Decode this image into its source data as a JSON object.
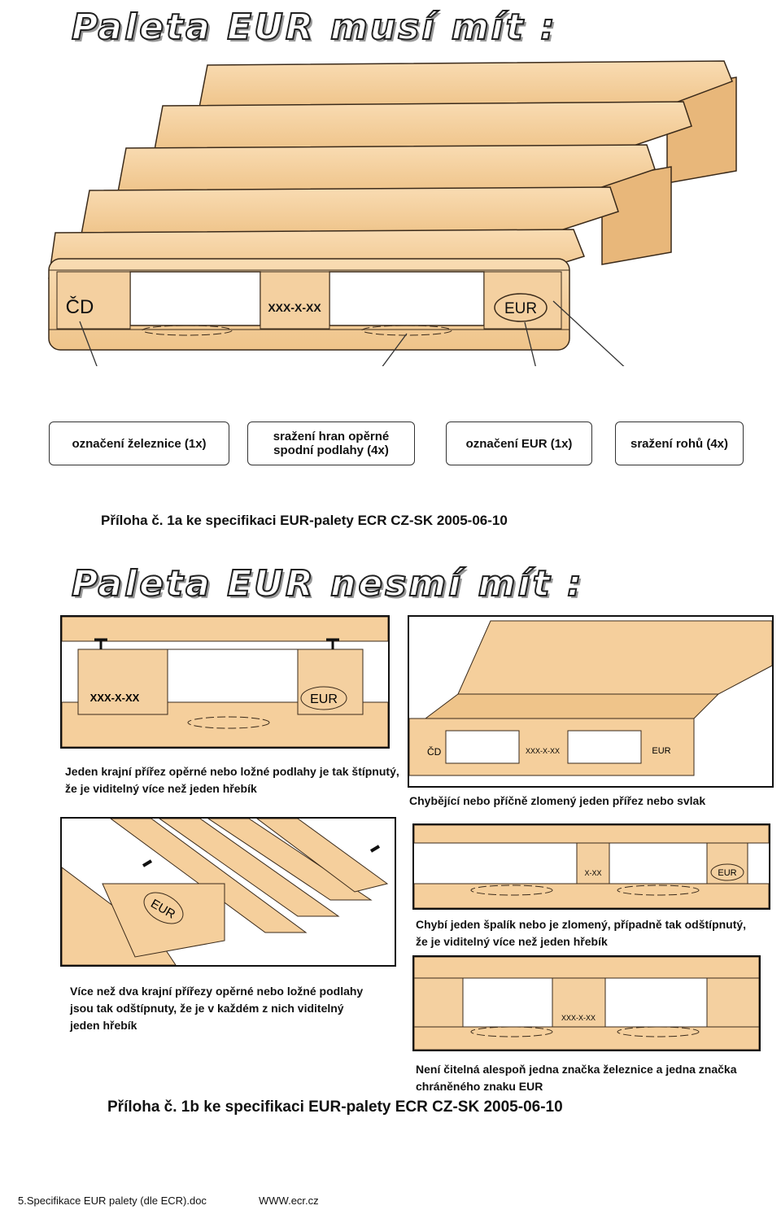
{
  "top": {
    "title": "Paleta EUR musí mít :",
    "marks": {
      "railway": "ČD",
      "code": "XXX-X-XX",
      "eur": "EUR"
    },
    "callouts": [
      {
        "label": "označení železnice (1x)"
      },
      {
        "line1": "sražení hran opěrné",
        "line2": "spodní podlahy (4x)"
      },
      {
        "label": "označení EUR (1x)"
      },
      {
        "label": "sražení rohů (4x)"
      }
    ],
    "annex": "Příloha č. 1a ke specifikaci EUR-palety ECR CZ-SK 2005-06-10"
  },
  "bottom": {
    "title": "Paleta EUR nesmí mít :",
    "panels": {
      "p1": {
        "code": "XXX-X-XX",
        "eur": "EUR",
        "caption1": "Jeden krajní přířez opěrné nebo ložné podlahy je tak štípnutý,",
        "caption2": "že je viditelný více než jeden hřebík"
      },
      "p2": {
        "cd": "ČD",
        "code": "XXX-X-XX",
        "eur": "EUR",
        "caption": "Chybějící nebo příčně zlomený jeden přířez nebo svlak"
      },
      "p3": {
        "eur": "EUR",
        "caption1": "Více než dva krajní přířezy opěrné nebo ložné podlahy",
        "caption2": "jsou tak odštípnuty, že je v každém z nich viditelný",
        "caption3": "jeden hřebík"
      },
      "p4": {
        "code": "X-XX",
        "eur": "EUR",
        "caption1": "Chybí jeden špalík nebo je zlomený, případně tak odštípnutý,",
        "caption2": "že je viditelný více než jeden hřebík"
      },
      "p5": {
        "code": "XXX-X-XX",
        "caption1": "Není čitelná alespoň jedna značka železnice a jedna značka",
        "caption2": "chráněného znaku EUR"
      }
    },
    "annex": "Příloha č. 1b ke specifikaci EUR-palety ECR CZ-SK 2005-06-10"
  },
  "footer": {
    "file": "5.Specifikace EUR palety (dle ECR).doc",
    "url": "WWW.ecr.cz"
  },
  "colors": {
    "wood": "#f5cf9c",
    "woodDark": "#e8b77a",
    "outline": "#3a2a1a"
  }
}
